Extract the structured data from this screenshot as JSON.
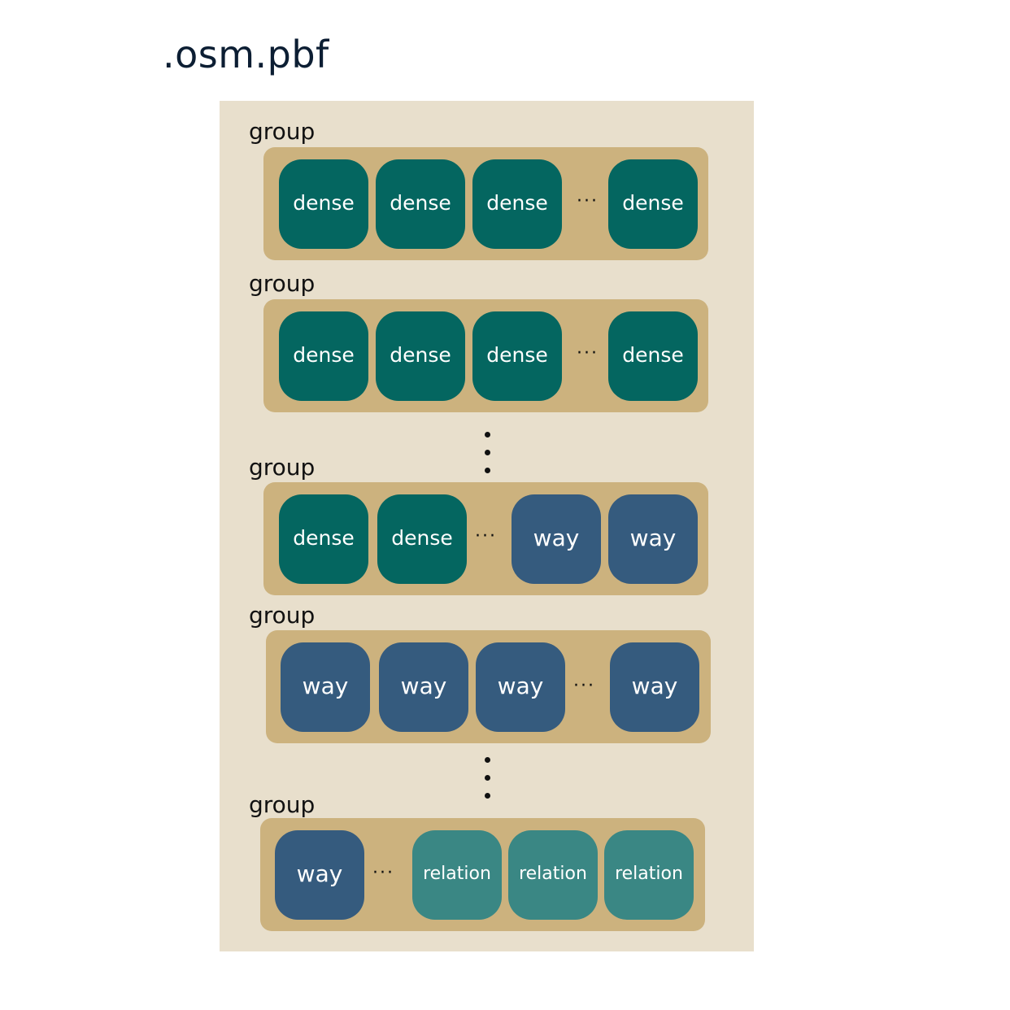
{
  "title": ".osm.pbf",
  "group_label": "group",
  "blocks": {
    "dense": "dense",
    "way": "way",
    "relation": "relation"
  },
  "ellipsis": "···",
  "colors": {
    "file_background": "#e8dfcc",
    "group_background": "#ccb27e",
    "dense": "#046660",
    "way": "#355b7e",
    "relation": "#3a8784"
  }
}
